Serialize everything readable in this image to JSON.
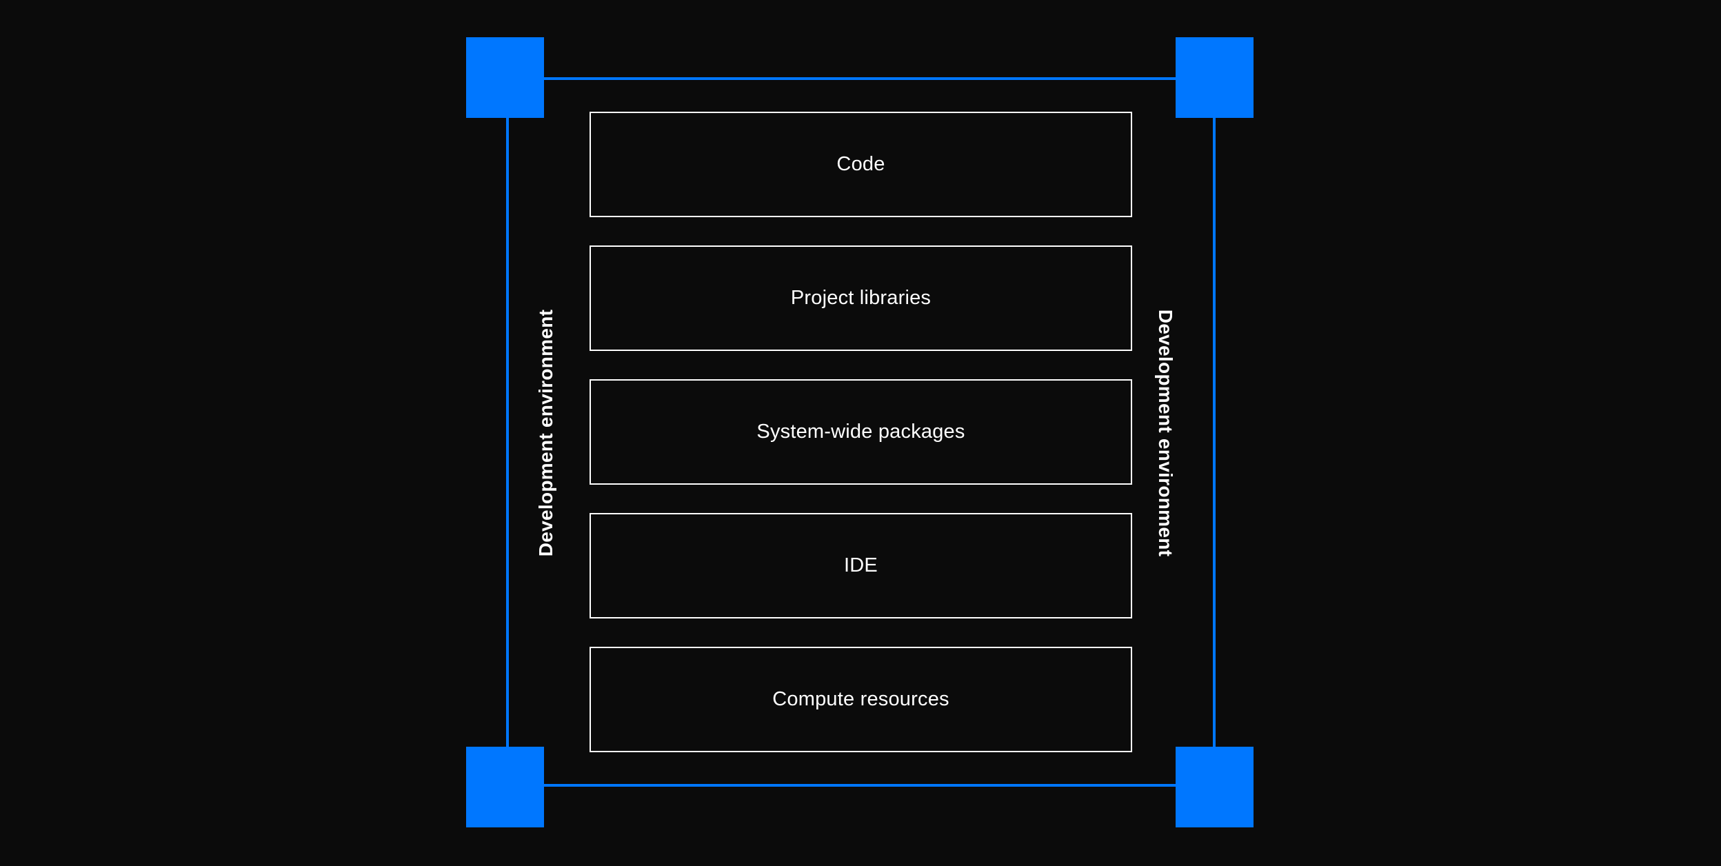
{
  "diagram": {
    "side_label_left": "Development environment",
    "side_label_right": "Development environment",
    "layers": [
      {
        "label": "Code"
      },
      {
        "label": "Project libraries"
      },
      {
        "label": "System-wide packages"
      },
      {
        "label": "IDE"
      },
      {
        "label": "Compute resources"
      }
    ]
  },
  "colors": {
    "background": "#0b0b0b",
    "frame_accent": "#0077ff",
    "box_border": "#ffffff",
    "text": "#ffffff"
  }
}
